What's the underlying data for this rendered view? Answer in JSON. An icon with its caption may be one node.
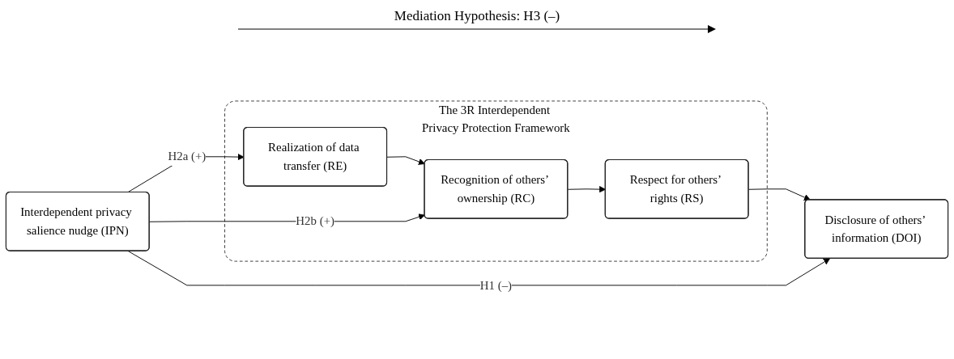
{
  "diagram": {
    "nodes": [
      {
        "text": [
          "The 3R Interdependent Privacy Protection Framework"
        ]
      },
      {
        "text": [
          "Realization of data transfer (RE)"
        ],
        "in": 0
      },
      {
        "text": [
          "Recognition of others’ ownership (RC)"
        ],
        "in": 0
      },
      {
        "text": [
          "Respect for others’ rights (RS)"
        ],
        "in": 0
      },
      {
        "text": [
          "Interdependent privacy salience nudge (IPN)"
        ]
      },
      {
        "text": [
          "Disclosure of others’ information (DOI)"
        ]
      }
    ],
    "edges": [
      {
        "from": 1,
        "to": 2,
        "arrow": "to"
      },
      {
        "from": 2,
        "to": 3,
        "arrow": "to"
      },
      {
        "from": 4,
        "to": 1,
        "arrow": "to",
        "label": "H2a (+)"
      },
      {
        "from": 4,
        "to": 2,
        "arrow": "to",
        "label": "H2b (+)"
      },
      {
        "from": 3,
        "to": 5,
        "arrow": "to"
      },
      {
        "from": 4,
        "to": 5,
        "arrow": "to",
        "label": "H1 (–)"
      }
    ],
    "labels": [
      "Mediation Hypothesis: H3 (–)"
    ]
  }
}
